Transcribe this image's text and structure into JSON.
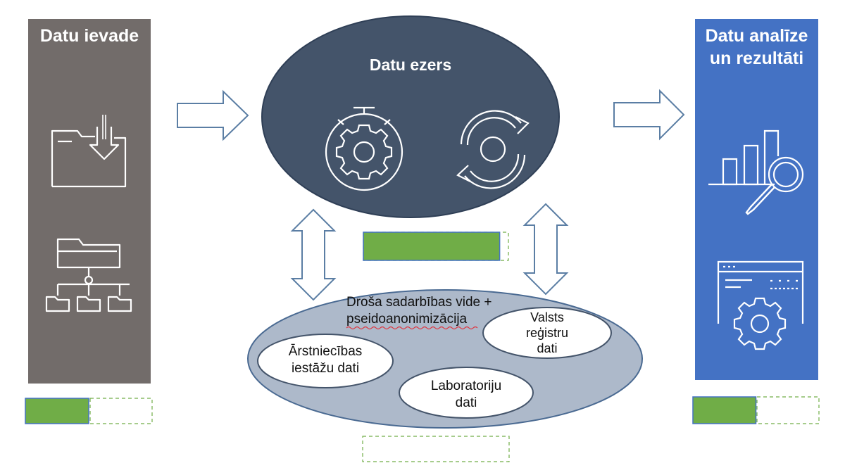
{
  "input_panel": {
    "title": "Datu ievade",
    "bg": "#726c6a"
  },
  "output_panel": {
    "title_line1": "Datu analīze",
    "title_line2": "un rezultāti",
    "bg": "#4472c4"
  },
  "lake": {
    "title": "Datu ezers",
    "fill": "#44546a"
  },
  "secure_env": {
    "title_line1": "Droša sadarbības vide +",
    "title_line2": "pseidoanonimizācija",
    "fill": "#adb9ca",
    "sources": {
      "medical": {
        "line1": "Ārstniecības",
        "line2": "iestāžu dati"
      },
      "lab": {
        "line1": "Laboratoriju",
        "line2": "dati"
      },
      "registry": {
        "line1": "Valsts",
        "line2": "reģistru",
        "line3": "dati"
      }
    }
  },
  "progress": {
    "left": 0.5,
    "center": 0.94,
    "right": 0.5,
    "bottom": 0,
    "fill_color": "#70ad47"
  },
  "icons": {
    "input": [
      "folder-download-icon",
      "folder-network-icon"
    ],
    "lake": [
      "stopwatch-gear-icon",
      "refresh-cycle-icon"
    ],
    "output": [
      "bar-chart-magnifier-icon",
      "browser-gear-icon"
    ]
  }
}
